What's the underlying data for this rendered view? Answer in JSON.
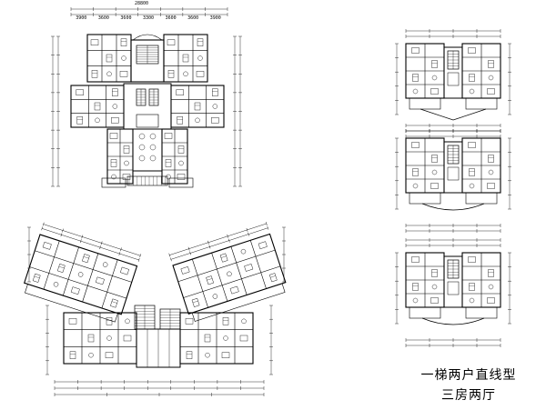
{
  "drawing": {
    "caption_line1": "一梯两户直线型",
    "caption_line2": "三房两厅",
    "top_overall_dim": "28800",
    "top_segment_dims": [
      "3900",
      "3600",
      "3600",
      "3300",
      "3600",
      "3600",
      "3900"
    ],
    "line_color": "#000000",
    "background": "#ffffff"
  },
  "plans": [
    {
      "name": "cross-shaped-tower-plan",
      "position": "top-left"
    },
    {
      "name": "v-shaped-slab-plan",
      "position": "bottom-left"
    },
    {
      "name": "linear-unit-plan-1",
      "position": "right-top"
    },
    {
      "name": "linear-unit-plan-2",
      "position": "right-middle"
    },
    {
      "name": "linear-unit-plan-3",
      "position": "right-bottom"
    }
  ]
}
